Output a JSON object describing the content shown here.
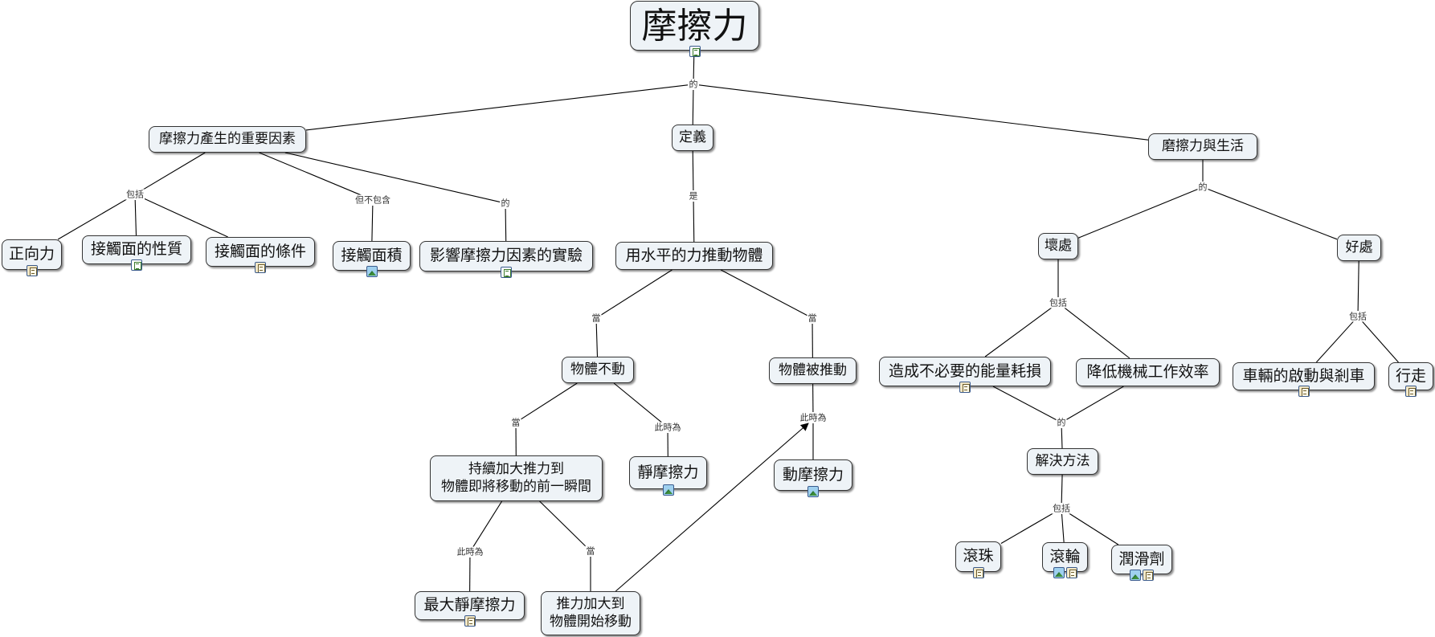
{
  "root": {
    "text": "摩擦力",
    "icons": [
      "doc"
    ]
  },
  "concepts": [
    {
      "id": "factors",
      "text": "摩擦力產生的重要因素",
      "icons": []
    },
    {
      "id": "definition",
      "text": "定義",
      "icons": []
    },
    {
      "id": "life",
      "text": "磨擦力與生活",
      "icons": []
    },
    {
      "id": "normal_force",
      "text": "正向力",
      "icons": [
        "sheet"
      ]
    },
    {
      "id": "surface_nature",
      "text": "接觸面的性質",
      "icons": [
        "doc"
      ]
    },
    {
      "id": "surface_condition",
      "text": "接觸面的條件",
      "icons": [
        "sheet"
      ]
    },
    {
      "id": "contact_area",
      "text": "接觸面積",
      "icons": [
        "img"
      ]
    },
    {
      "id": "experiment",
      "text": "影響摩擦力因素的實驗",
      "icons": [
        "doc"
      ]
    },
    {
      "id": "push",
      "text": "用水平的力推動物體",
      "icons": []
    },
    {
      "id": "still",
      "text": "物體不動",
      "icons": []
    },
    {
      "id": "pushed",
      "text": "物體被推動",
      "icons": []
    },
    {
      "id": "increase",
      "text": "持續加大推力到\n物體即將移動的前一瞬間",
      "icons": []
    },
    {
      "id": "static",
      "text": "靜摩擦力",
      "icons": [
        "img"
      ]
    },
    {
      "id": "kinetic",
      "text": "動摩擦力",
      "icons": [
        "img"
      ]
    },
    {
      "id": "max_static",
      "text": "最大靜摩擦力",
      "icons": [
        "sheet"
      ]
    },
    {
      "id": "start_move",
      "text": "推力加大到\n物體開始移動",
      "icons": []
    },
    {
      "id": "bad",
      "text": "壞處",
      "icons": []
    },
    {
      "id": "good",
      "text": "好處",
      "icons": []
    },
    {
      "id": "energy",
      "text": "造成不必要的能量耗損",
      "icons": [
        "sheet"
      ]
    },
    {
      "id": "efficiency",
      "text": "降低機械工作效率",
      "icons": []
    },
    {
      "id": "vehicle",
      "text": "車輛的啟動與剎車",
      "icons": [
        "sheet"
      ]
    },
    {
      "id": "walk",
      "text": "行走",
      "icons": [
        "sheet"
      ]
    },
    {
      "id": "solution",
      "text": "解決方法",
      "icons": []
    },
    {
      "id": "ball",
      "text": "滾珠",
      "icons": [
        "sheet"
      ]
    },
    {
      "id": "wheel",
      "text": "滾輪",
      "icons": [
        "img",
        "sheet"
      ]
    },
    {
      "id": "lubricant",
      "text": "潤滑劑",
      "icons": [
        "img",
        "sheet"
      ]
    }
  ],
  "linking_phrases": [
    {
      "id": "l_de_root",
      "text": "的"
    },
    {
      "id": "l_include_factors",
      "text": "包括"
    },
    {
      "id": "l_exclude",
      "text": "但不包含"
    },
    {
      "id": "l_de_factors",
      "text": "的"
    },
    {
      "id": "l_is",
      "text": "是"
    },
    {
      "id": "l_when_left",
      "text": "當"
    },
    {
      "id": "l_when_right",
      "text": "當"
    },
    {
      "id": "l_when_still",
      "text": "當"
    },
    {
      "id": "l_then_static",
      "text": "此時為"
    },
    {
      "id": "l_then_kinetic",
      "text": "此時為"
    },
    {
      "id": "l_then_max",
      "text": "此時為"
    },
    {
      "id": "l_when_start",
      "text": "當"
    },
    {
      "id": "l_de_life",
      "text": "的"
    },
    {
      "id": "l_include_bad",
      "text": "包括"
    },
    {
      "id": "l_include_good",
      "text": "包括"
    },
    {
      "id": "l_de_solution",
      "text": "的"
    },
    {
      "id": "l_include_solution",
      "text": "包括"
    }
  ]
}
